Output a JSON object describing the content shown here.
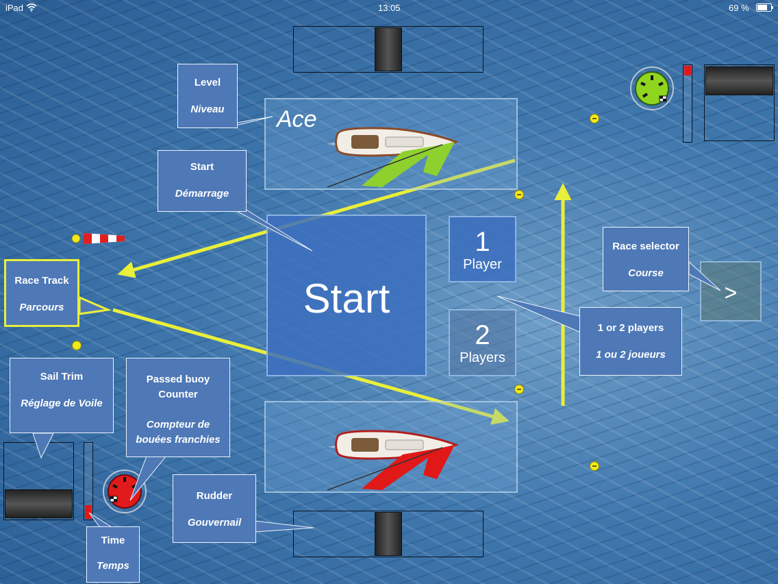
{
  "status_bar": {
    "device": "iPad",
    "time": "13:05",
    "battery": "69 %"
  },
  "level": {
    "value": "Ace"
  },
  "buttons": {
    "start": "Start",
    "one_player": {
      "number": "1",
      "label": "Player"
    },
    "two_players": {
      "number": "2",
      "label": "Players"
    },
    "next_race": ">"
  },
  "callouts": {
    "level": {
      "en": "Level",
      "fr": "Niveau"
    },
    "start": {
      "en": "Start",
      "fr": "Démarrage"
    },
    "race_track": {
      "en": "Race Track",
      "fr": "Parcours"
    },
    "sail_trim": {
      "en": "Sail Trim",
      "fr": "Réglage de Voile"
    },
    "buoy_counter": {
      "en_1": "Passed  buoy",
      "en_2": "Counter",
      "fr_1": "Compteur  de",
      "fr_2": "bouées franchies"
    },
    "rudder": {
      "en": "Rudder",
      "fr": "Gouvernail"
    },
    "time": {
      "en": "Time",
      "fr": "Temps"
    },
    "players": {
      "en": "1 or 2 players",
      "fr": "1 ou 2 joueurs"
    },
    "race_selector": {
      "en": "Race selector",
      "fr": "Course"
    }
  },
  "gauges": {
    "time_left_fill": 0.18,
    "time_right_fill": 0.13
  },
  "colors": {
    "sea": "#3f77ad",
    "callout": "#4e78b6",
    "arrow": "#e9ef3a",
    "boat_top_sail": "#8ed12e",
    "boat_bottom_sail": "#e01818",
    "time_fill": "#e21717"
  }
}
